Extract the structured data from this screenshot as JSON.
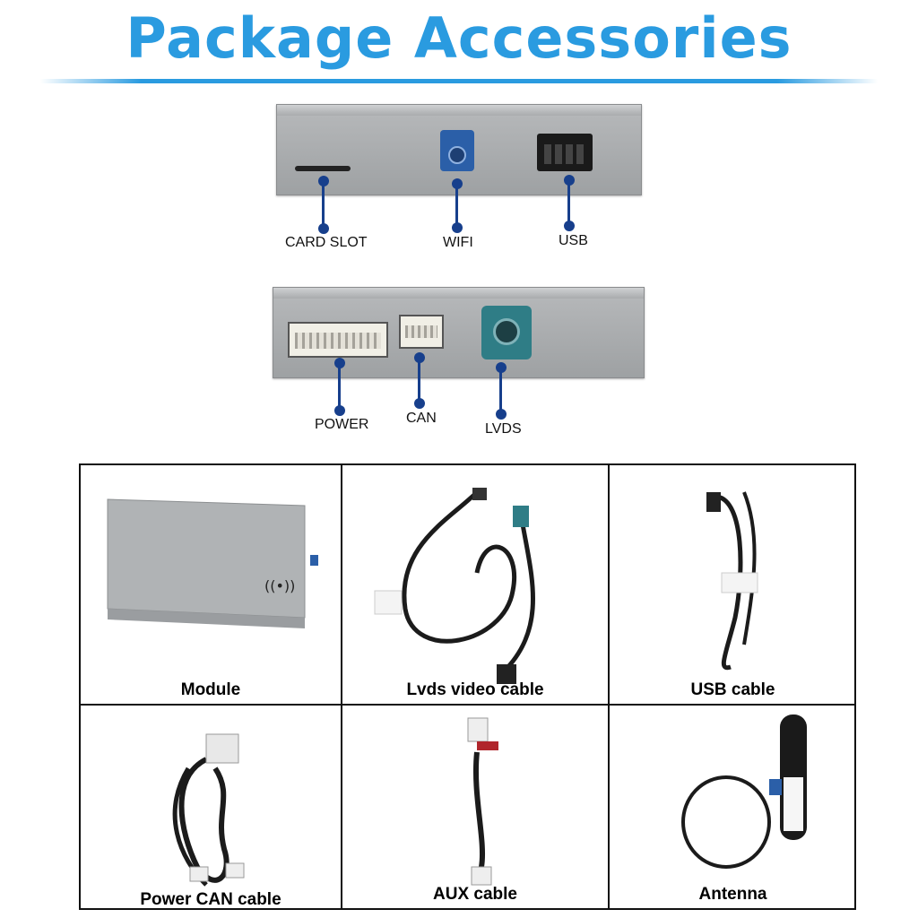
{
  "title": "Package Accessories",
  "front_panel": {
    "ports": [
      {
        "id": "card-slot",
        "label": "CARD SLOT"
      },
      {
        "id": "wifi",
        "label": "WIFI"
      },
      {
        "id": "usb",
        "label": "USB"
      }
    ]
  },
  "back_panel": {
    "ports": [
      {
        "id": "power",
        "label": "POWER"
      },
      {
        "id": "can",
        "label": "CAN"
      },
      {
        "id": "lvds",
        "label": "LVDS"
      }
    ]
  },
  "accessories": [
    {
      "label": "Module"
    },
    {
      "label": "Lvds video cable"
    },
    {
      "label": "USB cable"
    },
    {
      "label": "Power CAN cable"
    },
    {
      "label": "AUX cable"
    },
    {
      "label": "Antenna"
    }
  ],
  "colors": {
    "title": "#2a9be0",
    "callout": "#173f8c",
    "panel": "#a9abad",
    "wifi_connector": "#2b5fa8",
    "lvds_connector": "#2f7d86"
  }
}
